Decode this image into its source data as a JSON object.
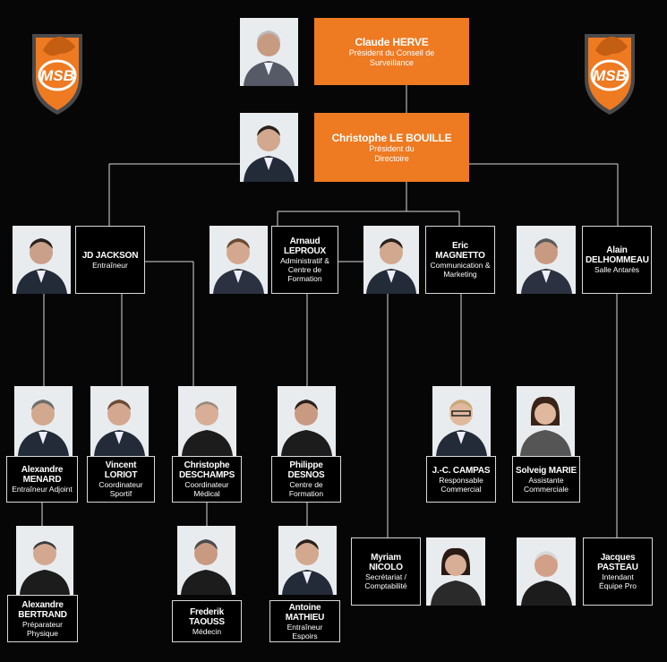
{
  "logo": {
    "text": "MSB",
    "colors": {
      "orange": "#ee7a22",
      "ring": "#ffffff",
      "dark": "#4a4a4a"
    }
  },
  "colors": {
    "orange": "#ee7a22",
    "background": "#060606",
    "line": "#d8d8d8"
  },
  "people": {
    "herve": {
      "name": "Claude HERVE",
      "role": "Président du Conseil de Surveillance"
    },
    "lebouille": {
      "name": "Christophe LE BOUILLE",
      "role": "Président du Directoire"
    },
    "jackson": {
      "name": "JD JACKSON",
      "role": "Entraîneur"
    },
    "leproux": {
      "name": "Arnaud LEPROUX",
      "role": "Administratif & Centre de Formation"
    },
    "magnetto": {
      "name": "Eric MAGNETTO",
      "role": "Communication & Marketing"
    },
    "delhommeau": {
      "name": "Alain DELHOMMEAU",
      "role": "Salle Antarès"
    },
    "menard": {
      "name": "Alexandre MENARD",
      "role": "Entraîneur Adjoint"
    },
    "loriot": {
      "name": "Vincent LORIOT",
      "role": "Coordinateur Sportif"
    },
    "deschamps": {
      "name": "Christophe DESCHAMPS",
      "role": "Coordinateur Médical"
    },
    "desnos": {
      "name": "Philippe DESNOS",
      "role": "Centre de Formation"
    },
    "campas": {
      "name": "J.-C. CAMPAS",
      "role": "Responsable Commercial"
    },
    "marie": {
      "name": "Solveig MARIE",
      "role": "Assistante Commerciale"
    },
    "bertrand": {
      "name": "Alexandre BERTRAND",
      "role": "Préparateur Physique"
    },
    "taouss": {
      "name": "Frederik TAOUSS",
      "role": "Médecin"
    },
    "mathieu": {
      "name": "Antoine MATHIEU",
      "role": "Entraîneur Espoirs"
    },
    "nicolo": {
      "name": "Myriam NICOLO",
      "role": "Secrétariat / Comptabilité"
    },
    "pasteau": {
      "name": "Jacques PASTEAU",
      "role": "Intendant Équipe Pro"
    }
  }
}
